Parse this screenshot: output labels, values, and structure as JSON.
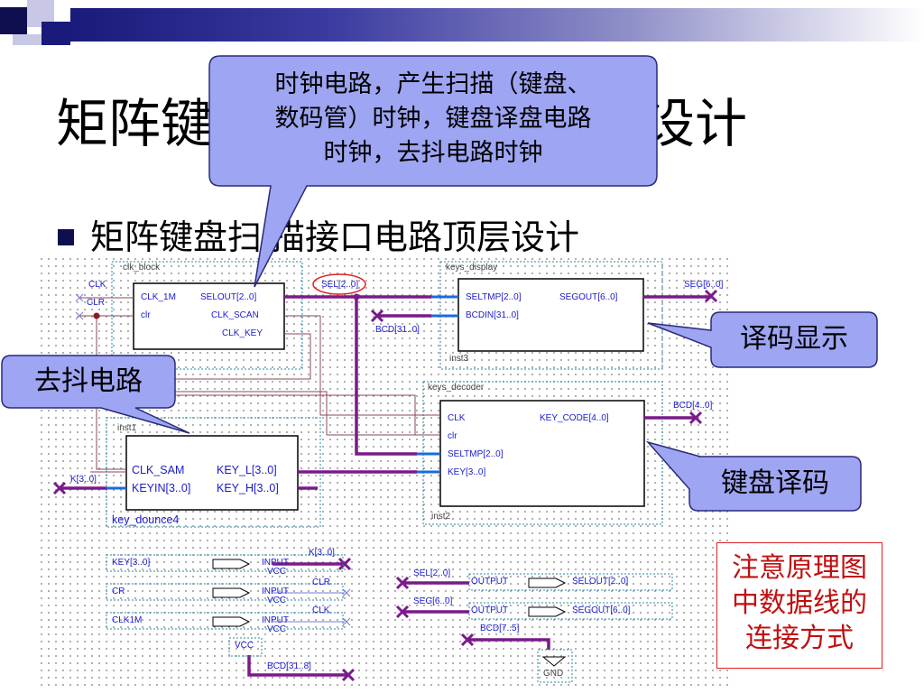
{
  "slide": {
    "title_left": "矩阵键",
    "title_right": "设计",
    "subtitle_left": "矩阵键盘扫",
    "subtitle_right": "描接口电路顶层设计"
  },
  "callouts": {
    "clock": [
      "时钟电路，产生扫描（键盘、",
      "数码管）时钟，键盘译盘电路",
      "时钟，去抖电路时钟"
    ],
    "display": "译码显示",
    "debounce": "去抖电路",
    "decoder": "键盘译码"
  },
  "note": [
    "注意原理图",
    "中数据线的",
    "连接方式"
  ],
  "schematic": {
    "clk_block": {
      "name": "clk_block",
      "ports": {
        "clk_1m": "CLK_1M",
        "clr": "clr",
        "selout": "SELOUT[2..0]",
        "clk_scan": "CLK_SCAN",
        "clk_key": "CLK_KEY"
      }
    },
    "keys_display": {
      "name": "keys_display",
      "instance": "inst3",
      "ports": {
        "seltmp": "SELTMP[2..0]",
        "bcdin": "BCDIN[31..0]",
        "segout": "SEGOUT[6..0]"
      }
    },
    "keys_decoder": {
      "name": "keys_decoder",
      "instance": "inst2",
      "ports": {
        "clk": "CLK",
        "clr": "clr",
        "seltmp": "SELTMP[2..0]",
        "key": "KEY[3..0]",
        "key_code": "KEY_CODE[4..0]"
      }
    },
    "key_dounce4": {
      "name": "key_dounce4",
      "instance": "inst1",
      "ports": {
        "clk_sam": "CLK_SAM",
        "keyin": "KEYIN[3..0]",
        "key_l": "KEY_L[3..0]",
        "key_h": "KEY_H[3..0]"
      }
    },
    "nets": {
      "clk": "CLK",
      "clr": "CLR",
      "sel": "SEL[2..0]",
      "seg": "SEG[6..0]",
      "bcd": "BCD[31..0]",
      "bcd_code": "BCD[4..0]",
      "k": "K[3..0]",
      "k2": "K[3..0]",
      "sel2": "SEL[2..0]",
      "seg2": "SEG[6..0]",
      "bcd75": "BCD[7..5]",
      "bcd318": "BCD[31..8]",
      "clr2": "CLR",
      "clk2": "CLK"
    },
    "pins": {
      "inputs": [
        {
          "name": "KEY[3..0]",
          "type": "INPUT",
          "vcc": "VCC"
        },
        {
          "name": "CR",
          "type": "INPUT",
          "vcc": "VCC"
        },
        {
          "name": "CLK1M",
          "type": "INPUT",
          "vcc": "VCC"
        }
      ],
      "outputs": [
        {
          "name": "SELOUT[2..0]",
          "type": "OUTPUT"
        },
        {
          "name": "SEGOUT[6..0]",
          "type": "OUTPUT"
        }
      ],
      "vcc": "VCC",
      "gnd": "GND"
    }
  },
  "colors": {
    "bus": "#7a1a8a",
    "wire_blue": "#1a6be0",
    "callout_fill": "#9ea5f2",
    "callout_border": "#2a2a7a",
    "note_border": "#e02020"
  }
}
